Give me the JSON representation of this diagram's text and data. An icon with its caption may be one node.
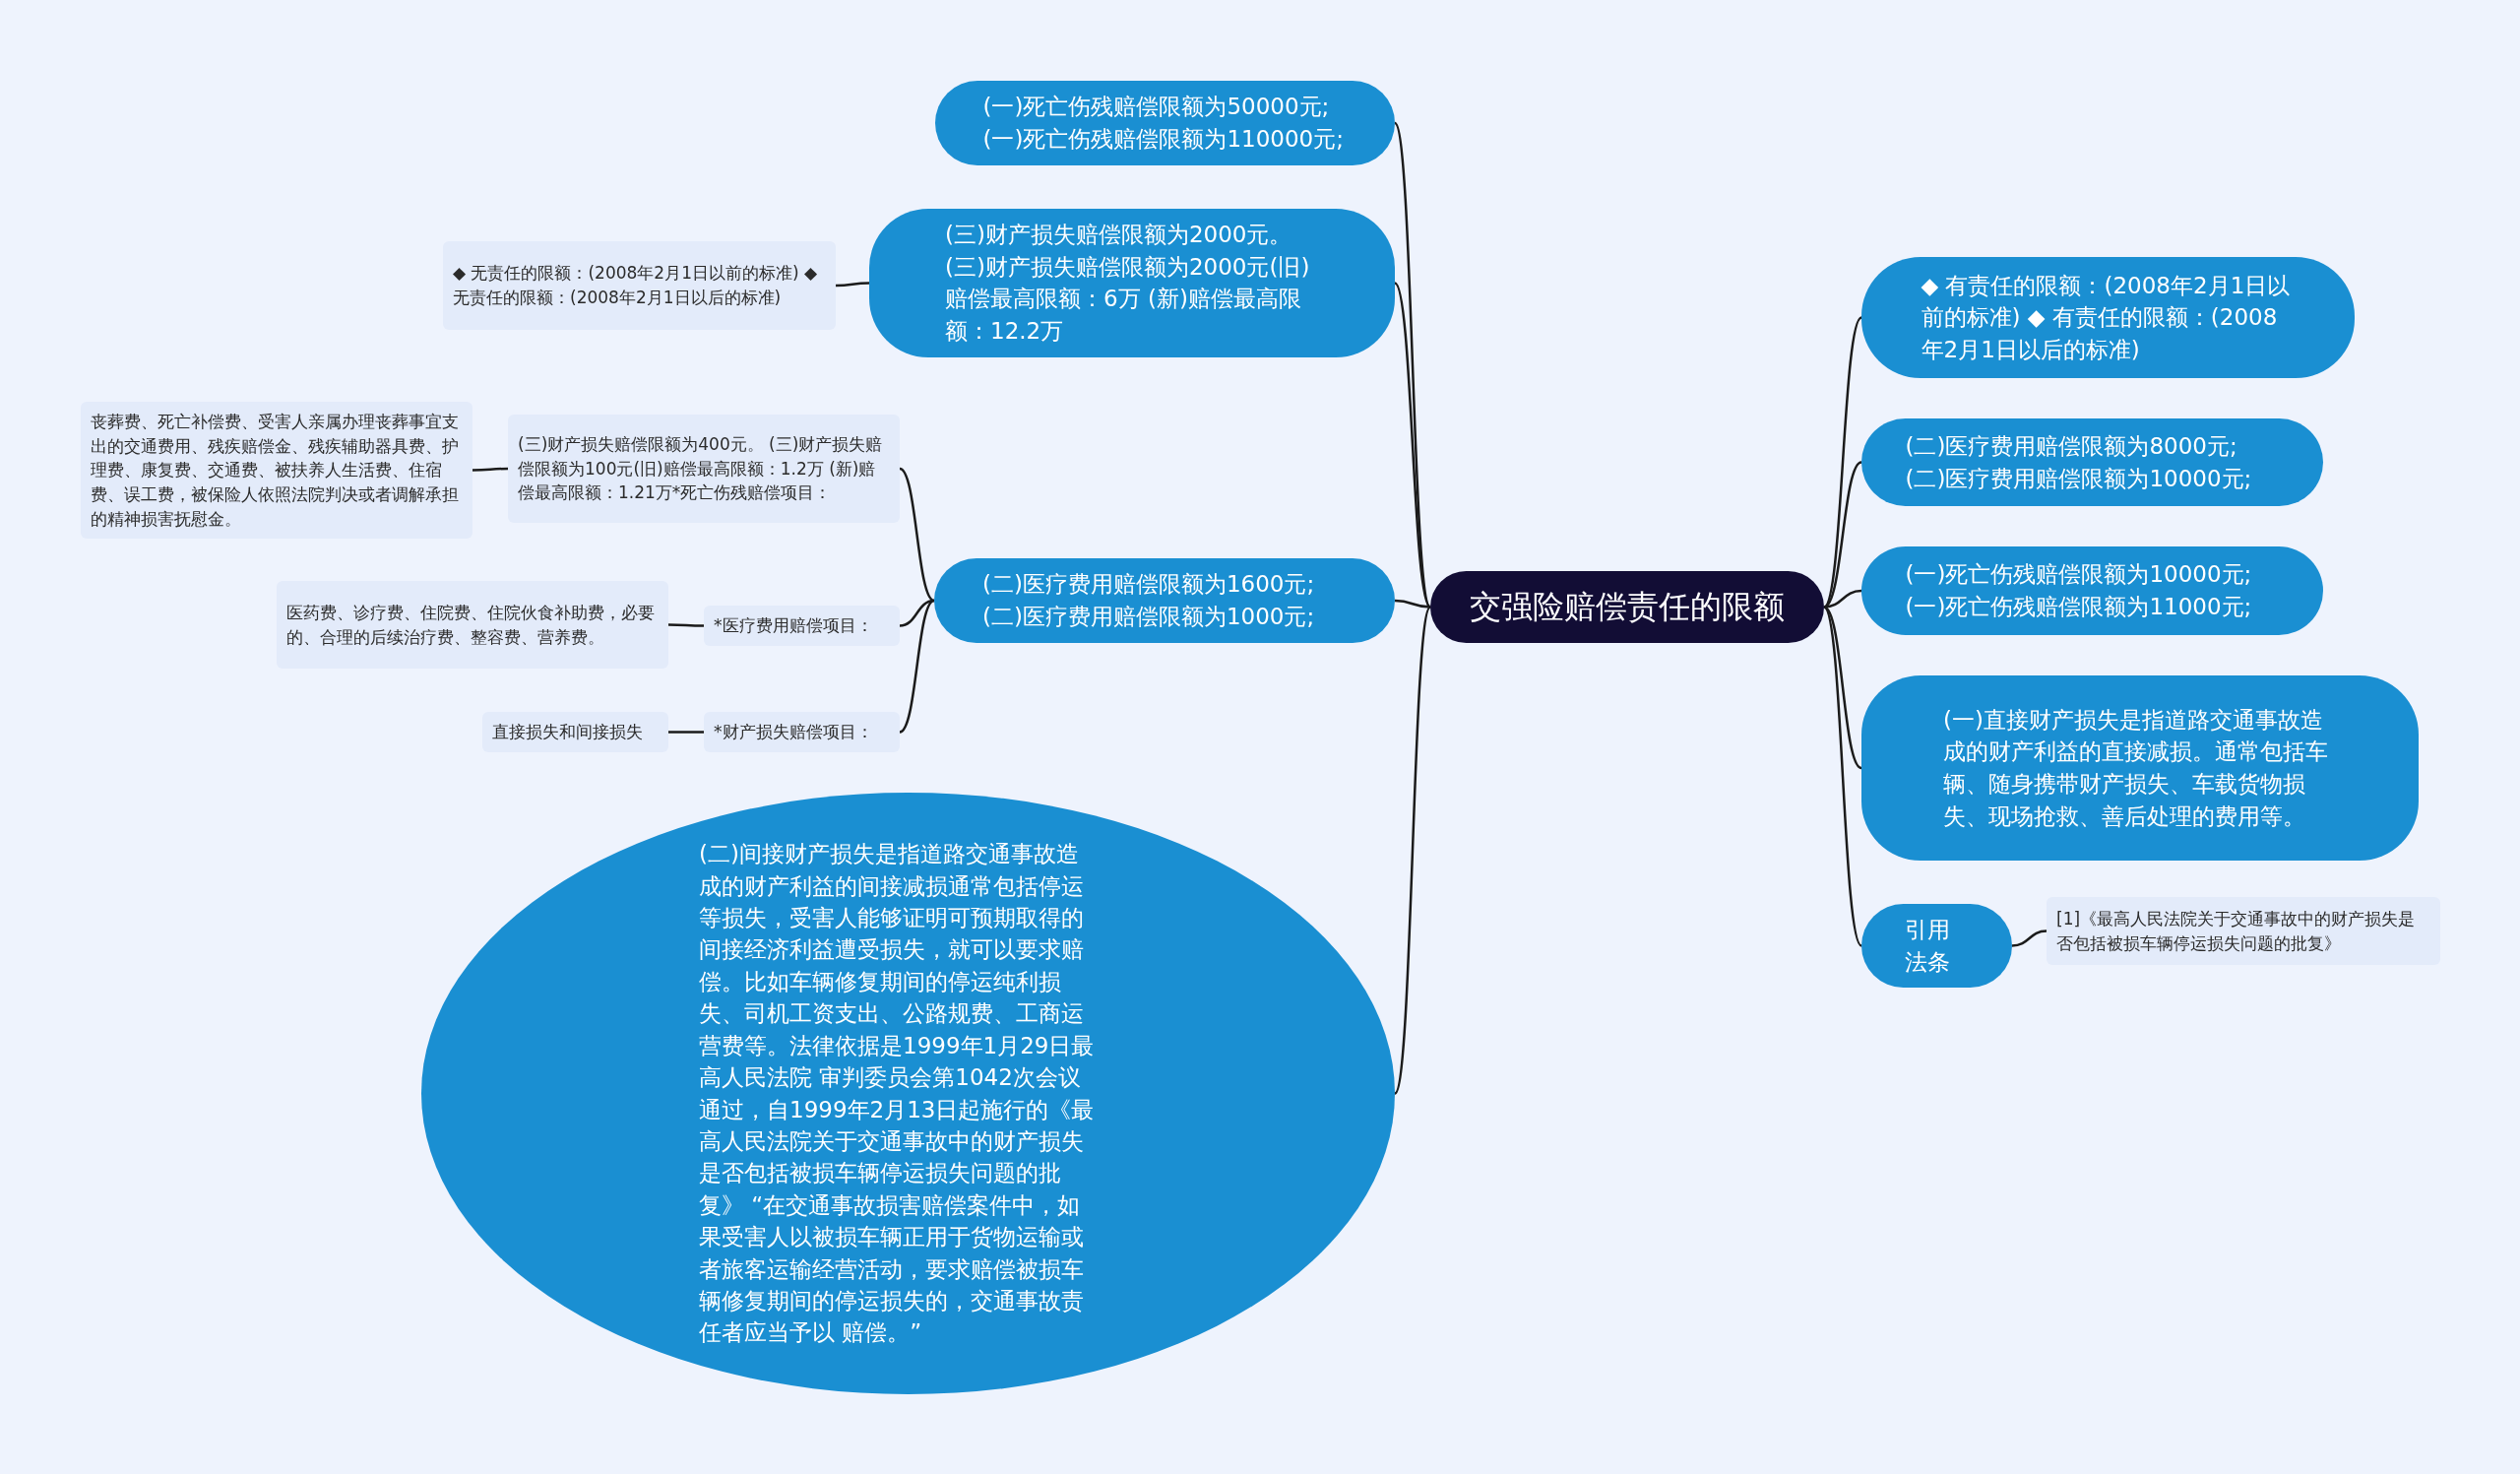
{
  "diagram": {
    "nodes": [
      {
        "text": [
          "交强险赔偿责任的限额"
        ]
      },
      {
        "text": [
          "(一)死亡伤残赔偿限额为50000元; (一)死亡伤残赔偿限额为110000元;"
        ]
      },
      {
        "text": [
          "(三)财产损失赔偿限额为2000元。 (三)财产损失赔偿限额为2000元(旧)赔偿最高限额：6万 (新)赔偿最高限额：12.2万"
        ]
      },
      {
        "text": [
          "◆ 无责任的限额：(2008年2月1日以前的标准) ◆ 无责任的限额：(2008年2月1日以后的标准)"
        ]
      },
      {
        "text": [
          "(二)医疗费用赔偿限额为1600元; (二)医疗费用赔偿限额为1000元;"
        ]
      },
      {
        "text": [
          "(三)财产损失赔偿限额为400元。 (三)财产损失赔偿限额为100元(旧)赔偿最高限额：1.2万 (新)赔偿最高限额：1.21万*死亡伤残赔偿项目："
        ]
      },
      {
        "text": [
          "丧葬费、死亡补偿费、受害人亲属办理丧葬事宜支出的交通费用、残疾赔偿金、残疾辅助器具费、护理费、康复费、交通费、被扶养人生活费、住宿费、误工费，被保险人依照法院判决或者调解承担的精神损害抚慰金。"
        ]
      },
      {
        "text": [
          "*医疗费用赔偿项目："
        ]
      },
      {
        "text": [
          "医药费、诊疗费、住院费、住院伙食补助费，必要的、合理的后续治疗费、整容费、营养费。"
        ]
      },
      {
        "text": [
          "*财产损失赔偿项目："
        ]
      },
      {
        "text": [
          "直接损失和间接损失"
        ]
      },
      {
        "text": [
          "(二)间接财产损失是指道路交通事故造成的财产利益的间接减损通常包括停运等损失，受害人能够证明可预期取得的间接经济利益遭受损失，就可以要求赔偿。比如车辆修复期间的停运纯利损失、司机工资支出、公路规费、工商运营费等。法律依据是1999年1月29日最高人民法院 审判委员会第1042次会议通过，自1999年2月13日起施行的《最高人民法院关于交通事故中的财产损失是否包括被损车辆停运损失问题的批复》 “在交通事故损害赔偿案件中，如果受害人以被损车辆正用于货物运输或者旅客运输经营活动，要求赔偿被损车辆修复期间的停运损失的，交通事故责任者应当予以 赔偿。”"
        ]
      },
      {
        "text": [
          "◆ 有责任的限额：(2008年2月1日以前的标准) ◆ 有责任的限额：(2008年2月1日以后的标准)"
        ]
      },
      {
        "text": [
          "(二)医疗费用赔偿限额为8000元; (二)医疗费用赔偿限额为10000元;"
        ]
      },
      {
        "text": [
          "(一)死亡伤残赔偿限额为10000元; (一)死亡伤残赔偿限额为11000元;"
        ]
      },
      {
        "text": [
          "(一)直接财产损失是指道路交通事故造成的财产利益的直接减损。通常包括车辆、随身携带财产损失、车载货物损失、现场抢救、善后处理的费用等。"
        ]
      },
      {
        "text": [
          "引用法条"
        ]
      },
      {
        "text": [
          "[1]《最高人民法院关于交通事故中的财产损失是否包括被损车辆停运损失问题的批复》"
        ]
      }
    ],
    "edges": [
      {
        "from": 0,
        "to": 1,
        "arrow": "none"
      },
      {
        "from": 0,
        "to": 2,
        "arrow": "none"
      },
      {
        "from": 2,
        "to": 3,
        "arrow": "none"
      },
      {
        "from": 0,
        "to": 4,
        "arrow": "none"
      },
      {
        "from": 4,
        "to": 5,
        "arrow": "none"
      },
      {
        "from": 5,
        "to": 6,
        "arrow": "none"
      },
      {
        "from": 4,
        "to": 7,
        "arrow": "none"
      },
      {
        "from": 7,
        "to": 8,
        "arrow": "none"
      },
      {
        "from": 4,
        "to": 9,
        "arrow": "none"
      },
      {
        "from": 9,
        "to": 10,
        "arrow": "none"
      },
      {
        "from": 0,
        "to": 11,
        "arrow": "none"
      },
      {
        "from": 0,
        "to": 12,
        "arrow": "none"
      },
      {
        "from": 0,
        "to": 13,
        "arrow": "none"
      },
      {
        "from": 0,
        "to": 14,
        "arrow": "none"
      },
      {
        "from": 0,
        "to": 15,
        "arrow": "none"
      },
      {
        "from": 0,
        "to": 16,
        "arrow": "none"
      },
      {
        "from": 16,
        "to": 17,
        "arrow": "none"
      }
    ]
  }
}
